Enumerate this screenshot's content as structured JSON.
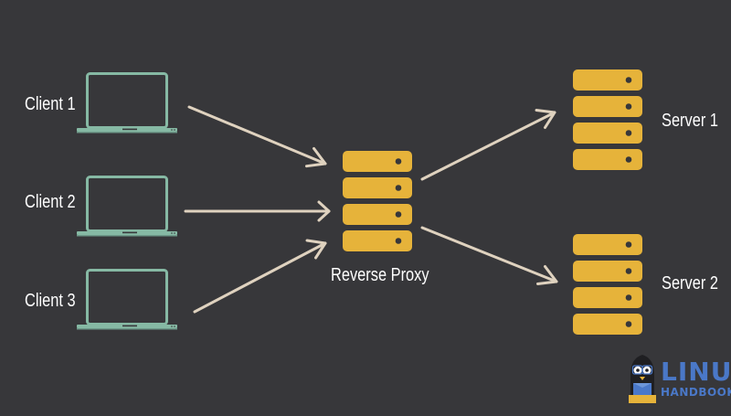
{
  "clients": [
    {
      "label": "Client 1"
    },
    {
      "label": "Client 2"
    },
    {
      "label": "Client 3"
    }
  ],
  "proxy": {
    "label": "Reverse Proxy"
  },
  "servers": [
    {
      "label": "Server 1"
    },
    {
      "label": "Server 2"
    }
  ],
  "logo": {
    "line1": "LINUX",
    "line2": "HANDBOOK"
  },
  "colors": {
    "background": "#37373a",
    "laptop": "#86b9a4",
    "server": "#e6b33a",
    "arrow": "#dfd2bf",
    "text": "#ffffff",
    "logo_text": "#4a78c8"
  },
  "icons": {
    "client": "laptop-icon",
    "proxy": "server-rack-icon",
    "server": "server-rack-icon",
    "logo": "penguin-icon"
  }
}
